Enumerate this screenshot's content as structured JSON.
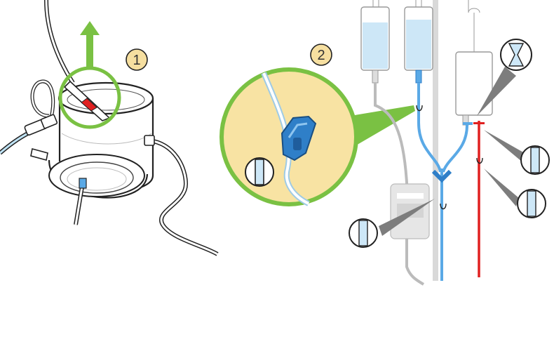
{
  "steps": [
    {
      "number": "1"
    },
    {
      "number": "2"
    }
  ],
  "colors": {
    "highlight_green": "#7ac143",
    "step_badge_fill": "#f6dfa0",
    "zoom_fill": "#f8e3a3",
    "iv_blue": "#5aa9e6",
    "clamp_blue": "#2f7fc8",
    "arterial_red": "#e02020",
    "fluid_light_blue": "#cde7f7",
    "pole_gray": "#d9d9d9",
    "outline": "#222222",
    "callout_gray": "#7d7d7d"
  },
  "icons": [
    "spike-tip",
    "roller-clamp",
    "drip-chamber",
    "iv-bag",
    "pressure-cuff",
    "upward-arrow"
  ]
}
